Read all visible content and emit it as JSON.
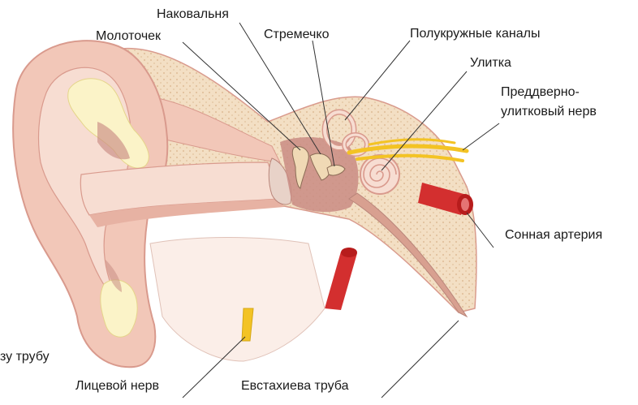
{
  "labels": {
    "incus": "Наковальня",
    "malleus": "Молоточек",
    "stapes": "Стремечко",
    "semicircular": "Полукружные каналы",
    "cochlea": "Улитка",
    "vestibulocochlear_1": "Преддверно-",
    "vestibulocochlear_2": "улитковый нерв",
    "carotid": "Сонная артерия",
    "facial": "Лицевой нерв",
    "eustachian": "Евстахиева труба",
    "cut_fragment": "зу трубу"
  },
  "colors": {
    "skin": "#f2c7b8",
    "skin_dark": "#d99a8d",
    "skin_inner": "#f7ddd2",
    "bone": "#f3dfc4",
    "bone_dots": "#d9b48c",
    "cartilage": "#fbf3c8",
    "cavity": "#c98c84",
    "artery": "#d32f2f",
    "nerve": "#f3c324",
    "lines": "#333333"
  }
}
